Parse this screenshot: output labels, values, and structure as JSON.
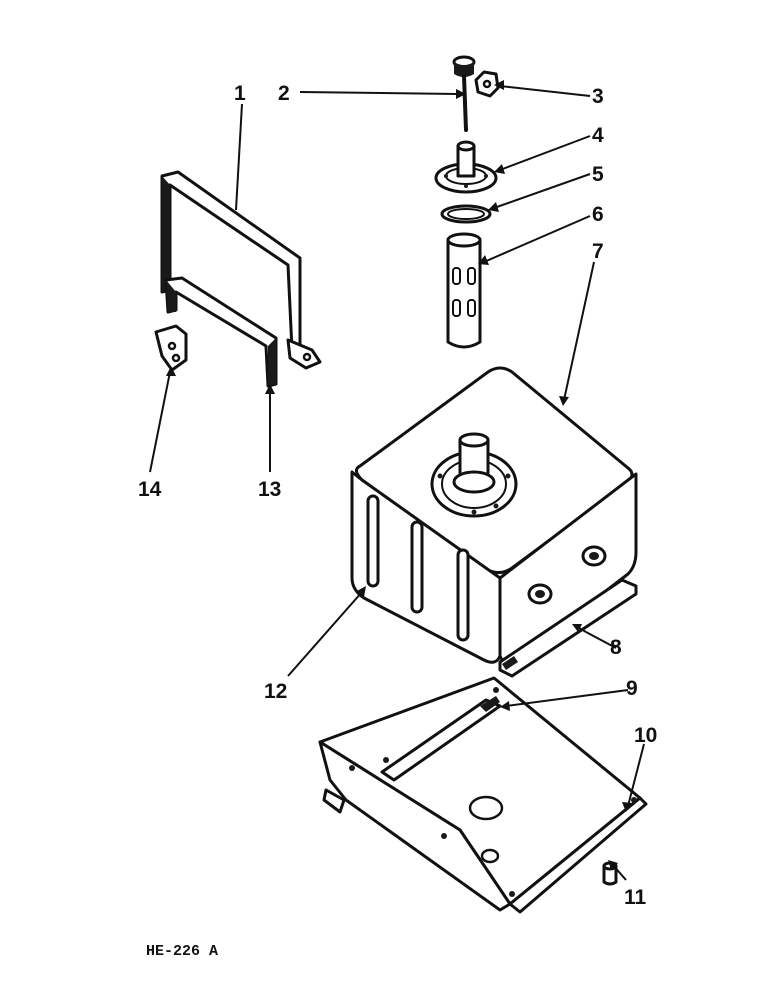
{
  "figure_ref": "HE-226 A",
  "callouts": [
    "1",
    "2",
    "3",
    "4",
    "5",
    "6",
    "7",
    "8",
    "9",
    "10",
    "11",
    "12",
    "13",
    "14"
  ]
}
